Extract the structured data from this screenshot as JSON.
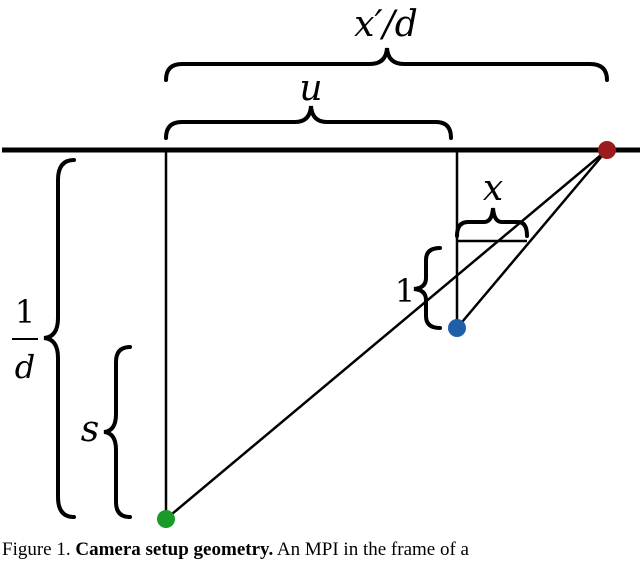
{
  "labels": {
    "x_prime_over_d": "x′/d",
    "u": "u",
    "x": "x",
    "one": "1",
    "inv_d_num": "1",
    "inv_d_den": "d",
    "s": "s"
  },
  "points": {
    "green_color": "#1a9a2a",
    "blue_color": "#1f5fa8",
    "red_color": "#9b1c1c"
  },
  "caption": {
    "prefix": "Figure 1. ",
    "bold": "Camera setup geometry.",
    "rest": " An MPI in the frame of a"
  }
}
